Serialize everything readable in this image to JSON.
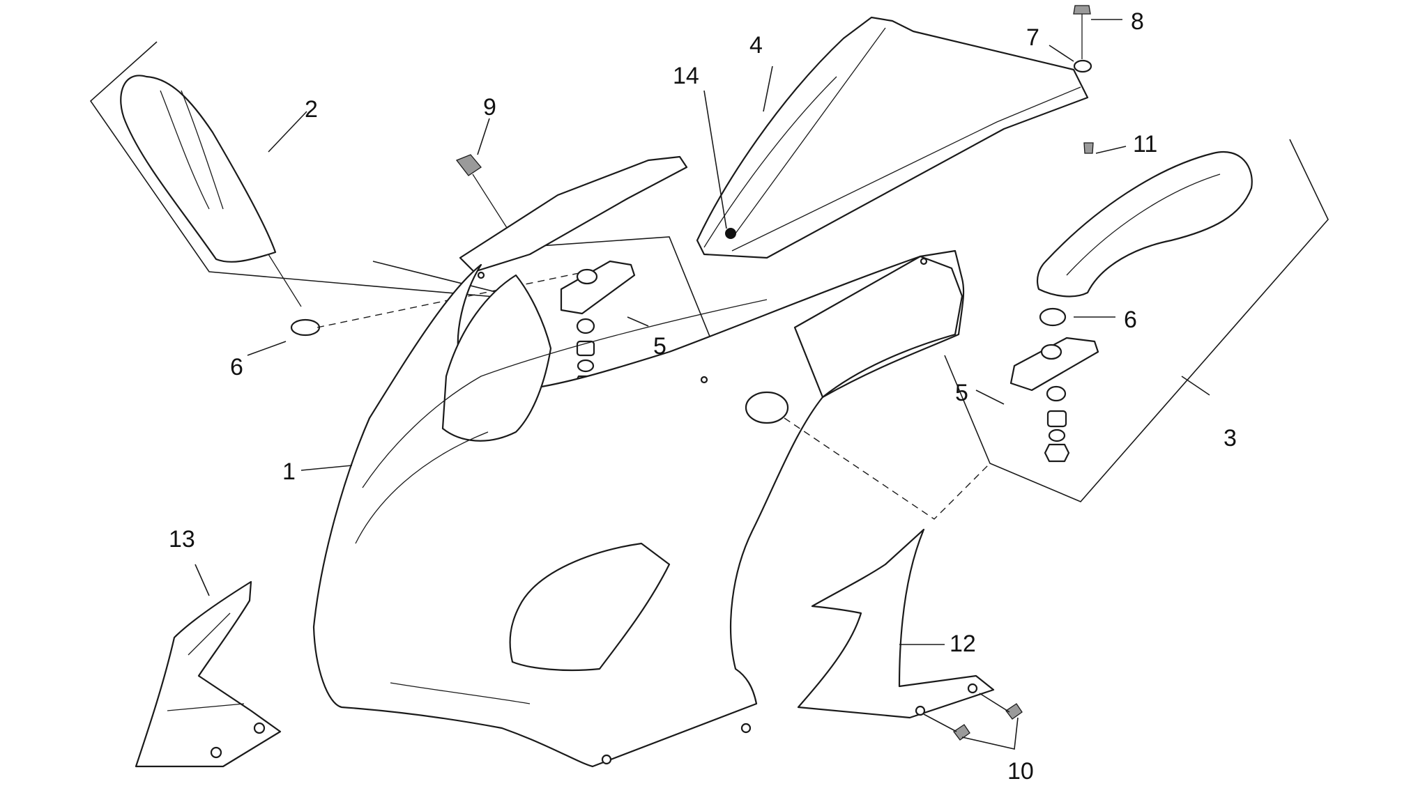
{
  "callouts": {
    "c1": "1",
    "c2": "2",
    "c3": "3",
    "c4": "4",
    "c5a": "5",
    "c5b": "5",
    "c6a": "6",
    "c6b": "6",
    "c7": "7",
    "c8": "8",
    "c9": "9",
    "c10": "10",
    "c11": "11",
    "c12": "12",
    "c13": "13",
    "c14": "14"
  }
}
